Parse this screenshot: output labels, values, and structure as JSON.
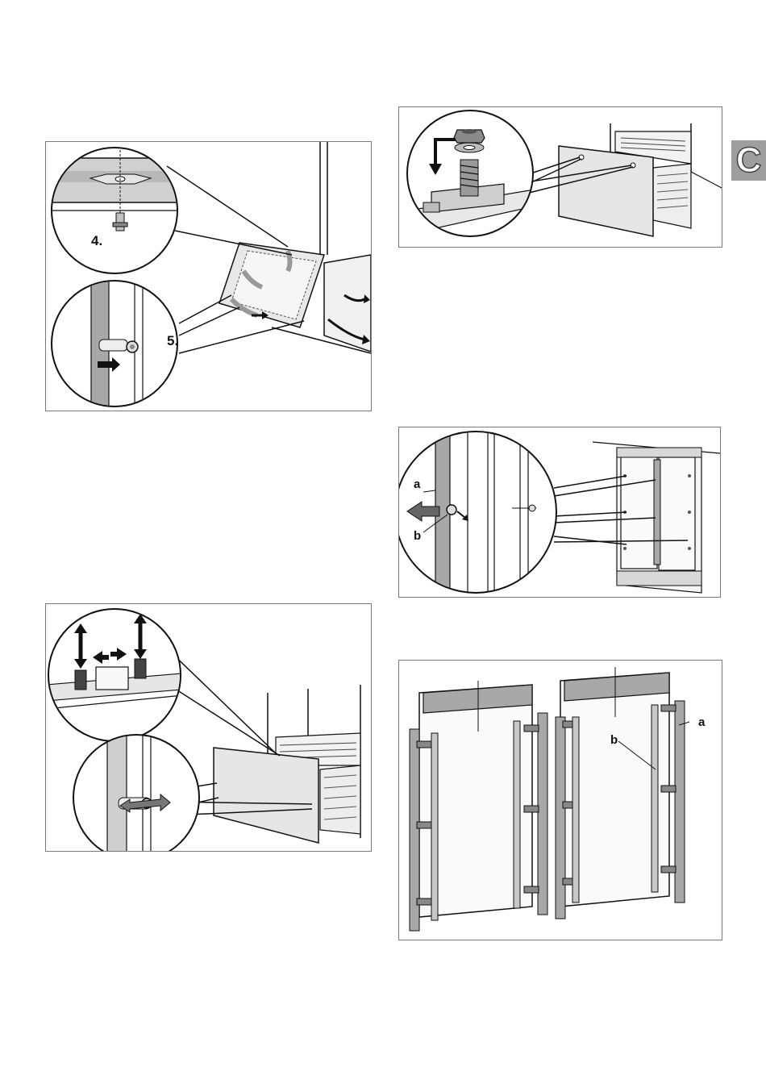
{
  "section_tab": {
    "letter": "C",
    "color": "#9e9e9e"
  },
  "figures": {
    "fig1": {
      "step_4": "4.",
      "step_5": "5."
    },
    "fig2": {},
    "fig3": {},
    "fig4": {
      "label_a": "a",
      "label_b": "b"
    },
    "fig5": {
      "label_a": "a",
      "label_b": "b"
    }
  },
  "colors": {
    "line": "#111111",
    "panel_fill": "#e6e6e6",
    "bracket_fill": "#a8a8a8",
    "frame": "#7a7a7a"
  }
}
